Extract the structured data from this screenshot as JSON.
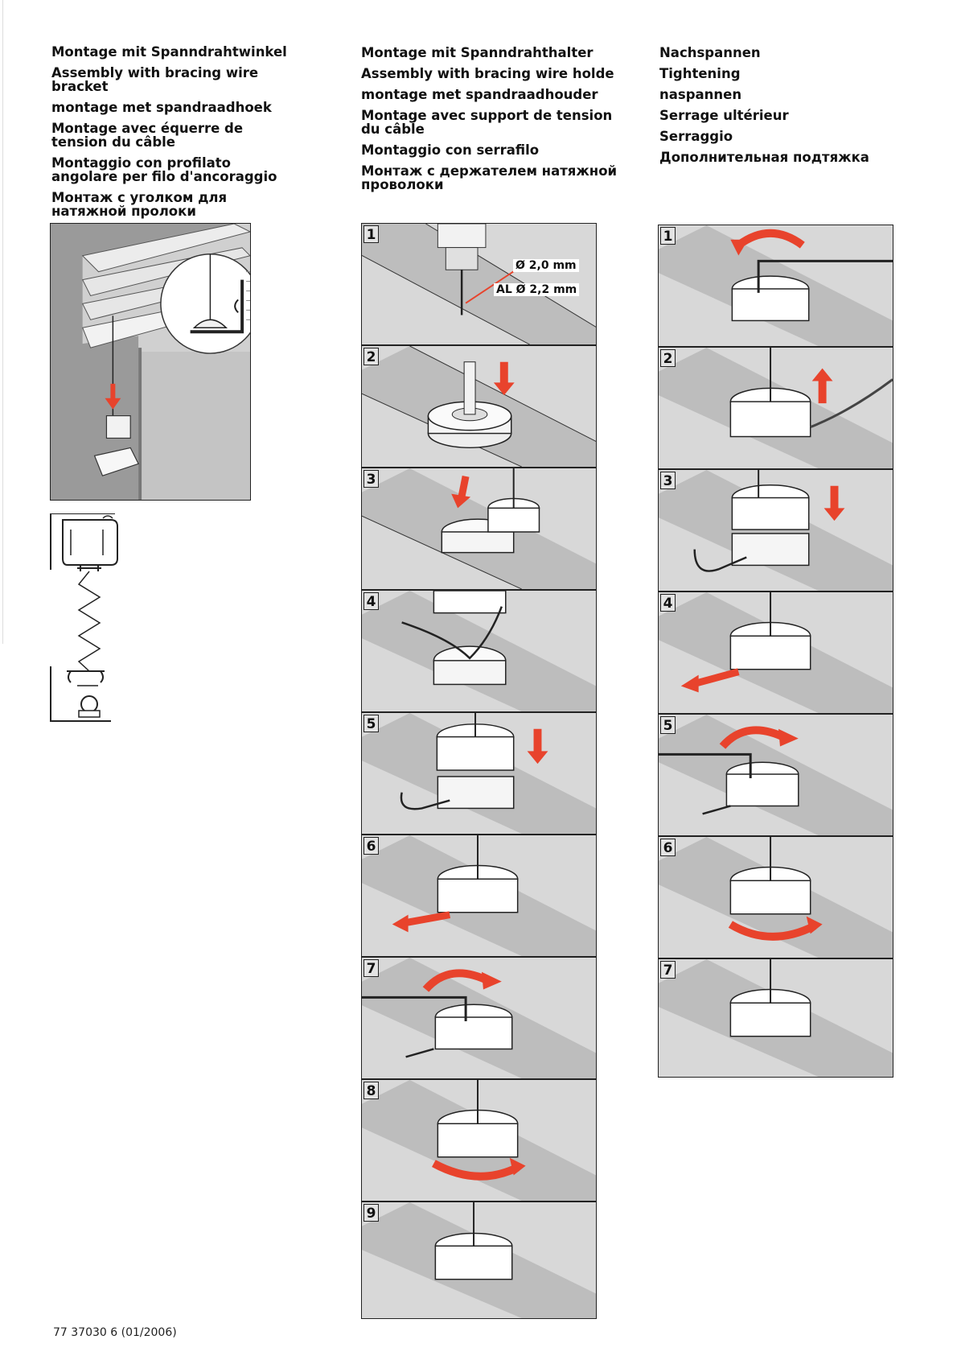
{
  "columns": [
    {
      "lines": [
        "Montage mit Spanndrahtwinkel",
        "Assembly with bracing wire bracket",
        "montage met spandraadhoek",
        "Montage avec équerre de tension du câble",
        "Montaggio con profilato angolare per filo d'ancoraggio",
        "Монтаж с уголком для натяжной пролоки"
      ]
    },
    {
      "lines": [
        "Montage mit Spanndrahthalter",
        "Assembly with bracing wire holde",
        "montage met spandraadhouder",
        "Montage avec support de tension du câble",
        "Montaggio con serrafilo",
        "Монтаж с держателем натяжной проволоки"
      ]
    },
    {
      "lines": [
        "Nachspannen",
        "Tightening",
        "naspannen",
        "Serrage ultérieur",
        "Serraggio",
        "Дополнительная подтяжка"
      ]
    }
  ],
  "drill_labels": {
    "diameter": "Ø 2,0 mm",
    "al_diameter": "AL Ø 2,2 mm"
  },
  "assembly_steps": [
    "1",
    "2",
    "3",
    "4",
    "5",
    "6",
    "7",
    "8",
    "9"
  ],
  "tightening_steps": [
    "1",
    "2",
    "3",
    "4",
    "5",
    "6",
    "7"
  ],
  "colors": {
    "arrow": "#e8432c",
    "panel_bg": "#d8d8d8",
    "frame": "#222222"
  },
  "footer": {
    "doc_number": "77 37030 6 (01/2006)"
  }
}
